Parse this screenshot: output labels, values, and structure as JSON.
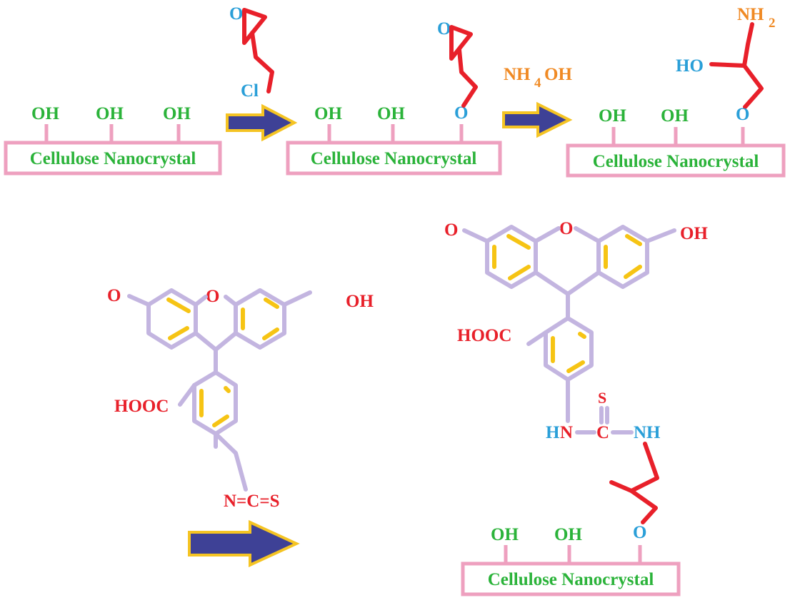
{
  "colors": {
    "hydroxyl_green": "#2bb33a",
    "bond_red": "#e8202a",
    "heteroatom_blue": "#2a9fd8",
    "reagent_orange": "#f08a24",
    "box_pink": "#eea0bf",
    "ring_lavender": "#c3b5e0",
    "aromatic_yellow": "#f6c414",
    "arrow_navy": "#3e4196",
    "arrow_outline": "#f5c423"
  },
  "substrate": "Cellulose Nanocrystal",
  "hydroxyl": "OH",
  "ether_o": "O",
  "reagents": {
    "epichlorohydrin": {
      "oxygen": "O",
      "chlorine": "Cl"
    },
    "ammonia": {
      "nh": "NH",
      "sub4": "4",
      "oh": "OH"
    }
  },
  "amine_product": {
    "nh": "NH",
    "sub2": "2",
    "ho": "HO"
  },
  "fitc": {
    "ketone_o": "O",
    "ring_o": "O",
    "hydroxyl": "OH",
    "acid": "HOOC",
    "isothiocyanate": "N=C=S"
  },
  "conjugate": {
    "ketone_o": "O",
    "ring_o": "O",
    "hydroxyl": "OH",
    "acid": "HOOC",
    "thio_s": "S",
    "h_left": "H",
    "n_left": "N",
    "thio_c": "C",
    "nh_right": "NH"
  }
}
